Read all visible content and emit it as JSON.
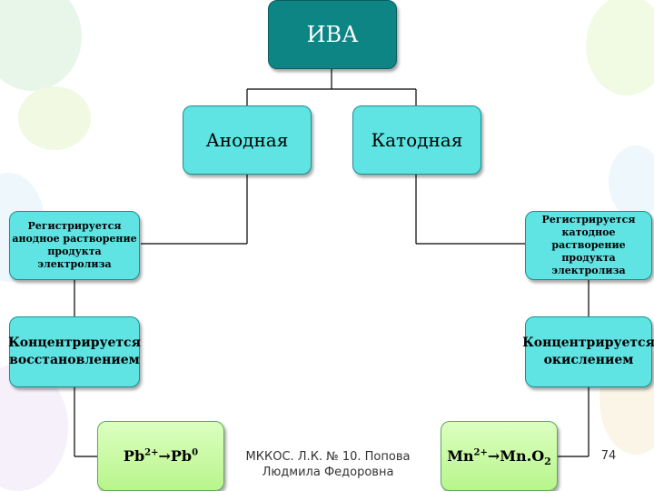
{
  "diagram": {
    "root": "ИВА",
    "anodic": "Анодная",
    "cathodic": "Катодная",
    "left_register": [
      "Регистрируется",
      "анодное растворение",
      "продукта электролиза"
    ],
    "right_register": [
      "Регистрируется",
      "катодное растворение",
      "продукта электролиза"
    ],
    "left_concentrate": [
      "Концентрируется",
      "восстановлением"
    ],
    "right_concentrate": [
      "Концентрируется",
      "окислением"
    ],
    "left_reaction": {
      "a": "Pb",
      "a_sup": "2+",
      "arrow": "→",
      "b": "Pb",
      "b_sup": "0"
    },
    "right_reaction": {
      "a": "Mn",
      "a_sup": "2+",
      "arrow": "→",
      "b": "Mn.O",
      "b_sub": "2"
    }
  },
  "footer": {
    "line1": "МККОС. Л.К. № 10. Попова",
    "line2": "Людмила Федоровна",
    "page": "74"
  }
}
